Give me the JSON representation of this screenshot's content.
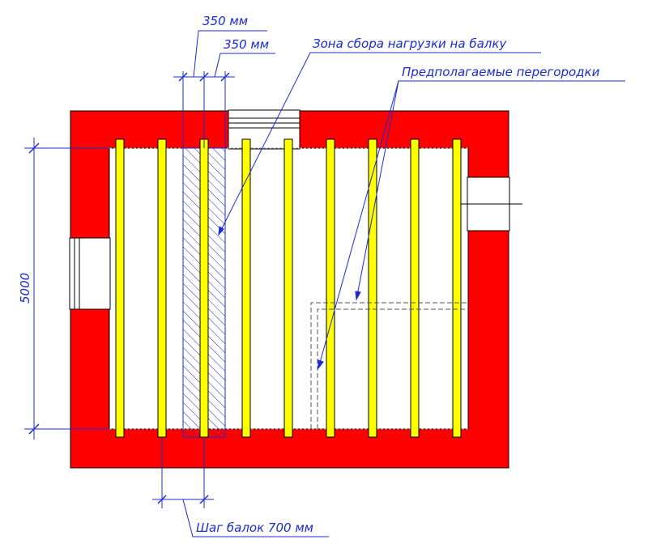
{
  "labels": {
    "dim_top_1": "350 мм",
    "dim_top_2": "350 мм",
    "load_zone": "Зона сбора нагрузки на балку",
    "partitions": "Предполагаемые перегородки",
    "height_dim": "5000",
    "beam_step": "Шаг балок 700 мм"
  },
  "colors": {
    "wall": "#ff0000",
    "beam": "#ffff00",
    "dimension": "#1a2bd6",
    "outline": "#000000",
    "partition": "#555555"
  }
}
